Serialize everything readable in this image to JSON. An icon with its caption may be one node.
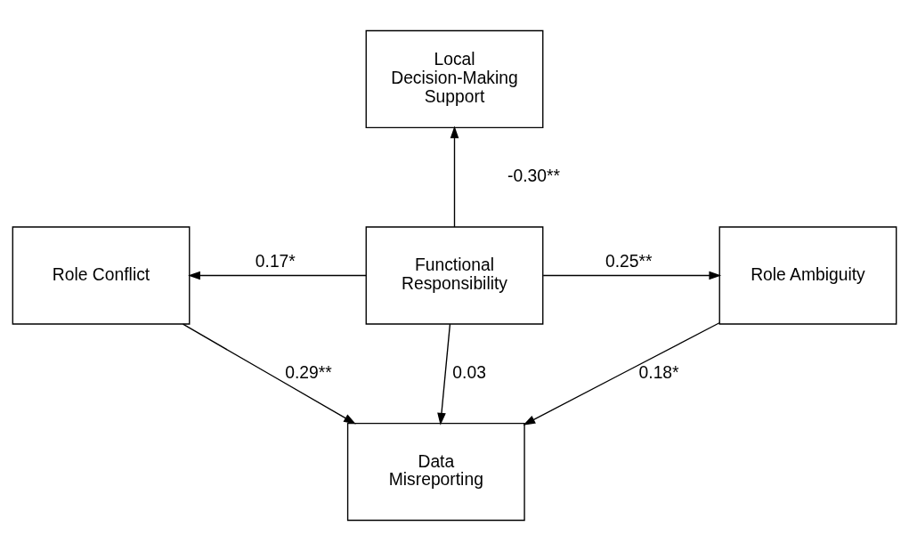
{
  "diagram": {
    "nodes": [
      {
        "text": [
          "Local Decision-Making Support"
        ]
      },
      {
        "text": [
          "Role Conflict"
        ]
      },
      {
        "text": [
          "Functional Responsibility"
        ]
      },
      {
        "text": [
          "Role Ambiguity"
        ]
      },
      {
        "text": [
          "Data Misreporting"
        ]
      }
    ],
    "edges": [
      {
        "from": 2,
        "to": 0,
        "arrow": "to",
        "label": "-0.30**"
      },
      {
        "from": 2,
        "to": 1,
        "arrow": "to",
        "label": "0.17*"
      },
      {
        "from": 2,
        "to": 3,
        "arrow": "to",
        "label": "0.25**"
      },
      {
        "from": 2,
        "to": 4,
        "arrow": "to",
        "label": "0.03"
      },
      {
        "from": 1,
        "to": 4,
        "arrow": "to",
        "label": "0.29**"
      },
      {
        "from": 3,
        "to": 4,
        "arrow": "to",
        "label": "0.18*"
      }
    ]
  }
}
